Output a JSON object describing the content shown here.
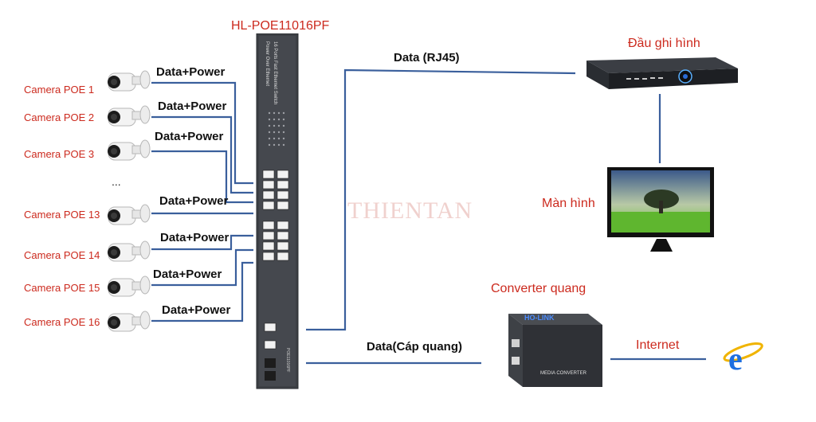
{
  "switch": {
    "title": "HL-POE11016PF",
    "vertical_text": [
      "Power Over Ethernet",
      "16 Ports Fast Ethernet Switch"
    ],
    "model_small": "POE11016PF"
  },
  "cameras": [
    {
      "label": "Camera POE 1",
      "link": "Data+Power"
    },
    {
      "label": "Camera POE 2",
      "link": "Data+Power"
    },
    {
      "label": "Camera POE 3",
      "link": "Data+Power"
    },
    {
      "label": "Camera POE 13",
      "link": "Data+Power"
    },
    {
      "label": "Camera POE 14",
      "link": "Data+Power"
    },
    {
      "label": "Camera POE 15",
      "link": "Data+Power"
    },
    {
      "label": "Camera POE 16",
      "link": "Data+Power"
    }
  ],
  "ellipsis": "...",
  "nvr": {
    "label": "Đầu ghi hình",
    "link": "Data (RJ45)"
  },
  "monitor": {
    "label": "Màn hình"
  },
  "converter": {
    "label": "Converter quang",
    "link": "Data(Cáp quang)",
    "brand": "HO-LINK",
    "product": "MEDIA CONVERTER"
  },
  "internet": {
    "label": "Internet"
  },
  "watermark": "THIENTAN",
  "colors": {
    "label_red": "#cc2a1e",
    "line_blue": "#3a5f9c",
    "switch_body": "#3c3f44"
  }
}
